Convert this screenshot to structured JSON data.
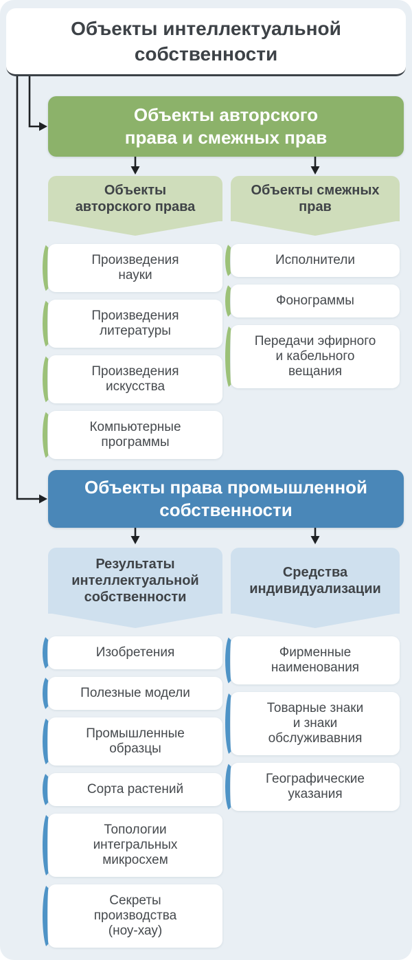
{
  "page": {
    "background": "#e9eff4",
    "line_color": "#1e2124"
  },
  "title": {
    "text": "Объекты интеллектуальной\nсобственности"
  },
  "sections": [
    {
      "id": "copyright",
      "header": "Объекты авторского\nправа и смежных прав",
      "theme": {
        "dark": "#8cb26a",
        "light": "#cfddbb",
        "accent": "#9cc178"
      },
      "columns": [
        {
          "header": "Объекты\nавторского права",
          "items": [
            "Произведения\nнауки",
            "Произведения\nлитературы",
            "Произведения\nискусства",
            "Компьютерные\nпрограммы"
          ]
        },
        {
          "header": "Объекты смежных\nправ",
          "items": [
            "Исполнители",
            "Фонограммы",
            "Передачи эфирного\nи кабельного\nвещания"
          ]
        }
      ]
    },
    {
      "id": "industrial",
      "header": "Объекты права промышленной\nсобственности",
      "theme": {
        "dark": "#4a87b8",
        "light": "#cfe0ee",
        "accent": "#4e93c6"
      },
      "columns": [
        {
          "header": "Результаты\nинтеллектуальной\nсобственности",
          "items": [
            "Изобретения",
            "Полезные модели",
            "Промышленные\nобразцы",
            "Сорта растений",
            "Топологии\nинтегральных\nмикросхем",
            "Секреты\nпроизводства\n(ноу-хау)"
          ]
        },
        {
          "header": "Средства\nиндивидуализации",
          "items": [
            "Фирменные\nнаименования",
            "Товарные знаки\nи знаки\nобслуживавния",
            "Географические\nуказания"
          ]
        }
      ]
    }
  ]
}
